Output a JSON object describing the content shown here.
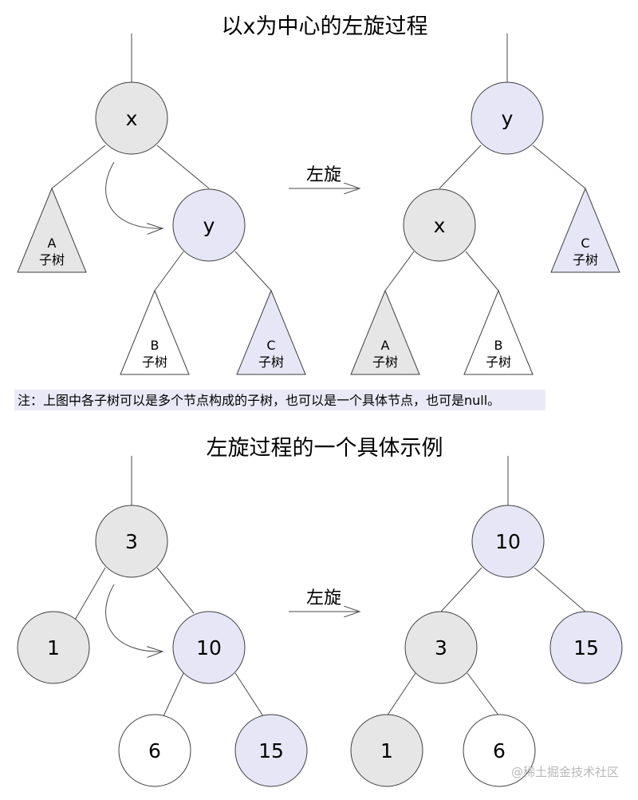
{
  "title_top": "以x为中心的左旋过程",
  "title_bottom": "左旋过程的一个具体示例",
  "rotate_label": "左旋",
  "subtree_word": "子树",
  "note": "注：上图中各子树可以是多个节点构成的子树，也可以是一个具体节点，也可是null。",
  "watermark": "@稀土掘金技术社区",
  "colors": {
    "gray": "#e6e6e6",
    "lavender": "#e6e6f7",
    "white": "#ffffff",
    "note_bg": "#e9e9f7"
  },
  "diagram_top": {
    "before": {
      "nodes": {
        "x": {
          "label": "x",
          "color": "gray"
        },
        "y": {
          "label": "y",
          "color": "lavender"
        }
      },
      "subtrees": {
        "A": {
          "label": "A",
          "color": "gray"
        },
        "B": {
          "label": "B",
          "color": "white"
        },
        "C": {
          "label": "C",
          "color": "lavender"
        }
      }
    },
    "after": {
      "nodes": {
        "y": {
          "label": "y",
          "color": "lavender"
        },
        "x": {
          "label": "x",
          "color": "gray"
        }
      },
      "subtrees": {
        "C": {
          "label": "C",
          "color": "lavender"
        },
        "A": {
          "label": "A",
          "color": "gray"
        },
        "B": {
          "label": "B",
          "color": "white"
        }
      }
    }
  },
  "diagram_bottom": {
    "before": {
      "n3": {
        "label": "3",
        "color": "gray"
      },
      "n1": {
        "label": "1",
        "color": "gray"
      },
      "n10": {
        "label": "10",
        "color": "lavender"
      },
      "n6": {
        "label": "6",
        "color": "white"
      },
      "n15": {
        "label": "15",
        "color": "lavender"
      }
    },
    "after": {
      "n10": {
        "label": "10",
        "color": "lavender"
      },
      "n3": {
        "label": "3",
        "color": "gray"
      },
      "n15": {
        "label": "15",
        "color": "lavender"
      },
      "n1": {
        "label": "1",
        "color": "gray"
      },
      "n6": {
        "label": "6",
        "color": "white"
      }
    }
  }
}
